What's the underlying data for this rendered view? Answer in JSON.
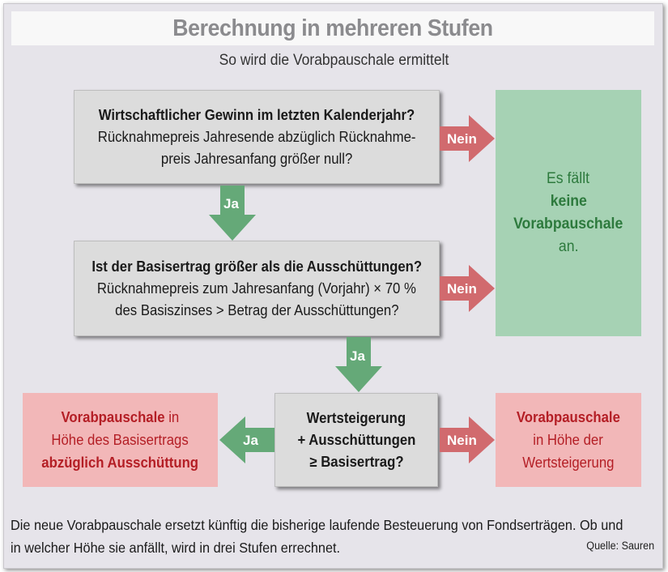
{
  "header": {
    "title": "Berechnung in mehreren Stufen",
    "subtitle": "So wird die Vorabpauschale ermittelt"
  },
  "step1": {
    "line1": "Wirtschaftlicher Gewinn im letzten Kalenderjahr?",
    "line2": "Rücknahmepreis Jahresende abzüglich Rücknahme-",
    "line3": "preis Jahresanfang größer null?"
  },
  "step2": {
    "line1": "Ist der Basisertrag größer als die Ausschüttungen?",
    "line2": "Rücknahmepreis zum Jahresanfang (Vorjahr) × 70 %",
    "line3": "des Basiszinses > Betrag der Ausschüttungen?"
  },
  "step3": {
    "line1": "Wertsteigerung",
    "line2": "+ Ausschüttungen",
    "line3": "≥ Basisertrag?"
  },
  "result_none": {
    "line1": "Es fällt",
    "line2": "keine",
    "line3": "Vorabpauschale",
    "line4": "an."
  },
  "result_left": {
    "line1_bold": "Vorabpauschale",
    "line1_rest": " in",
    "line2": "Höhe des Basisertrags",
    "line3": "abzüglich Ausschüttung"
  },
  "result_right": {
    "line1": "Vorabpauschale",
    "line2": "in Höhe der",
    "line3": "Wertsteigerung"
  },
  "arrows": {
    "no": "Nein",
    "yes": "Ja"
  },
  "footer": {
    "line1": "Die neue Vorabpauschale ersetzt künftig die bisherige laufende Besteuerung von Fondserträgen. Ob und",
    "line2": "in welcher Höhe sie anfällt, wird in drei Stufen errechnet.",
    "source": "Quelle: Sauren"
  },
  "colors": {
    "arrow_green": "#65a978",
    "arrow_red": "#d16a6e",
    "title_grey": "#8b8b8e",
    "result_green_bg": "#a6d2b4",
    "result_green_text": "#2d7a3d",
    "result_red_bg": "#f2b7b8",
    "result_red_text": "#b41e25"
  }
}
